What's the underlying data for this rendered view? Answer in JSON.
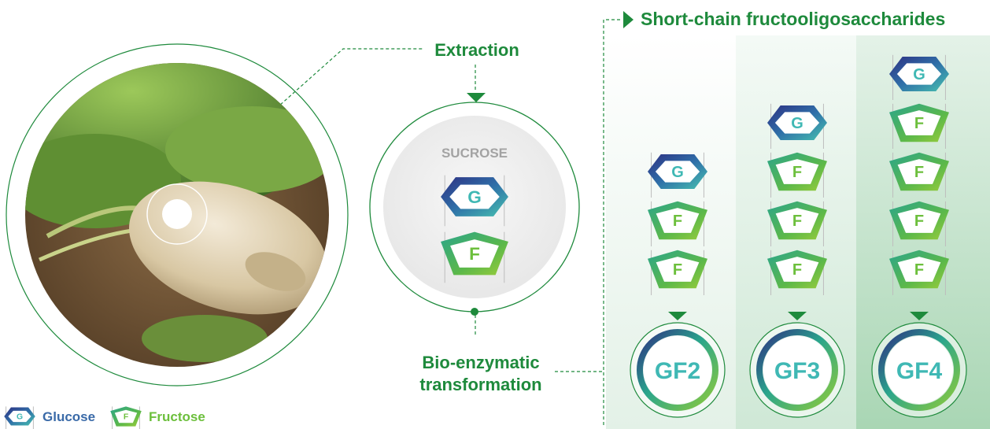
{
  "title": "Short-chain fructooligosaccharides",
  "steps": {
    "extraction": "Extraction",
    "transformation_line1": "Bio-enzymatic",
    "transformation_line2": "transformation"
  },
  "sucrose": {
    "label": "SUCROSE",
    "units": [
      "G",
      "F"
    ]
  },
  "chains": [
    {
      "name": "GF2",
      "units": [
        "G",
        "F",
        "F"
      ]
    },
    {
      "name": "GF3",
      "units": [
        "G",
        "F",
        "F",
        "F"
      ]
    },
    {
      "name": "GF4",
      "units": [
        "G",
        "F",
        "F",
        "F",
        "F"
      ]
    }
  ],
  "legend": [
    {
      "symbol": "G",
      "label": "Glucose",
      "color": "#3a6aa8"
    },
    {
      "symbol": "F",
      "label": "Fructose",
      "color": "#6cbf3c"
    }
  ],
  "colors": {
    "brand_green": "#1e8a3c",
    "glucose_dark": "#2e2f82",
    "glucose_teal": "#3fb8b4",
    "fructose_green": "#6cbf3c",
    "fructose_teal": "#2aa58c",
    "panel_tint": "#dcefe2"
  }
}
